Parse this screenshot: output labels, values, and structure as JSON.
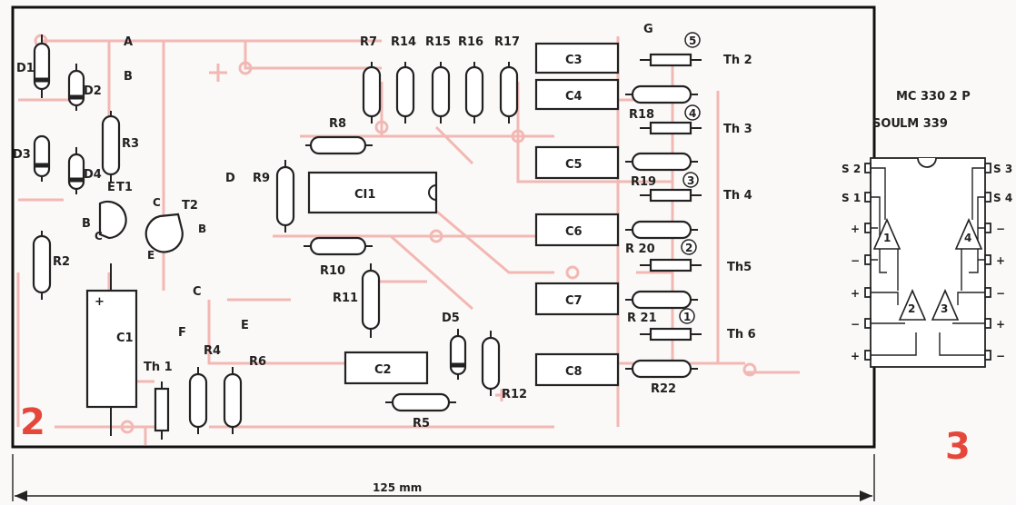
{
  "figure_left_number": "2",
  "figure_right_number": "3",
  "dimension": "125 mm",
  "board_nodes": {
    "A": "A",
    "B": "B",
    "C": "C",
    "D": "D",
    "E": "E",
    "F": "F",
    "G": "G"
  },
  "diodes": [
    "D1",
    "D2",
    "D3",
    "D4",
    "D5"
  ],
  "resistors": {
    "R2": "R2",
    "R3": "R3",
    "R4": "R4",
    "R5": "R5",
    "R6": "R6",
    "R7": "R7",
    "R8": "R8",
    "R9": "R9",
    "R10": "R10",
    "R11": "R11",
    "R12": "R12",
    "R14": "R14",
    "R15": "R15",
    "R16": "R16",
    "R17": "R17",
    "R18": "R18",
    "R19": "R19",
    "R20": "R 20",
    "R21": "R 21",
    "R22": "R22"
  },
  "capacitors": {
    "C1": "C1",
    "C2": "C2",
    "C3": "C3",
    "C4": "C4",
    "C5": "C5",
    "C6": "C6",
    "C7": "C7",
    "C8": "C8"
  },
  "transistors": {
    "T1": "T1",
    "T2": "T2",
    "E_prefix": "E"
  },
  "transistor_pins": {
    "t1_b": "B",
    "t1_c": "C",
    "t2_c": "C",
    "t2_b": "B",
    "t2_e": "E"
  },
  "ic_on_board": "CI1",
  "thermistors": {
    "Th1": "Th 1",
    "Th2": "Th 2",
    "Th3": "Th 3",
    "Th4": "Th 4",
    "Th5": "Th5",
    "Th6": "Th 6"
  },
  "circled_numbers": [
    "5",
    "4",
    "3",
    "2",
    "1"
  ],
  "c1_polarity": "+",
  "ic_pinout": {
    "title_line1": "MC 330 2 P",
    "title_prefix": "SOU",
    "title_line2": "LM 339",
    "left_pins": [
      "S 2",
      "S 1",
      "+",
      "−",
      "+",
      "−",
      "+"
    ],
    "right_pins": [
      "S 3",
      "S 4",
      "−",
      "+",
      "−",
      "+",
      "−"
    ],
    "comparators": [
      "1",
      "2",
      "3",
      "4"
    ]
  }
}
